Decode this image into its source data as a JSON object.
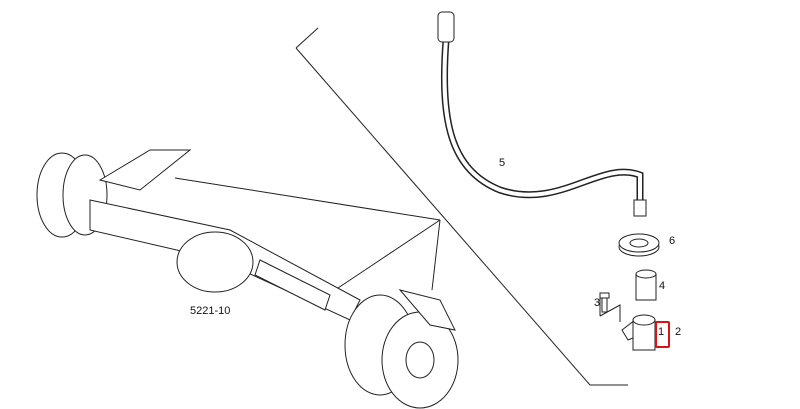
{
  "diagram": {
    "assembly_label": "5221-10",
    "callouts": [
      {
        "id": "hose",
        "number": "5"
      },
      {
        "id": "grommet",
        "number": "6"
      },
      {
        "id": "sleeve",
        "number": "4"
      },
      {
        "id": "bolt",
        "number": "3"
      },
      {
        "id": "bracket",
        "number": "1"
      },
      {
        "id": "bracket-assembly",
        "number": "2"
      }
    ],
    "highlight_color": "#d11111"
  }
}
